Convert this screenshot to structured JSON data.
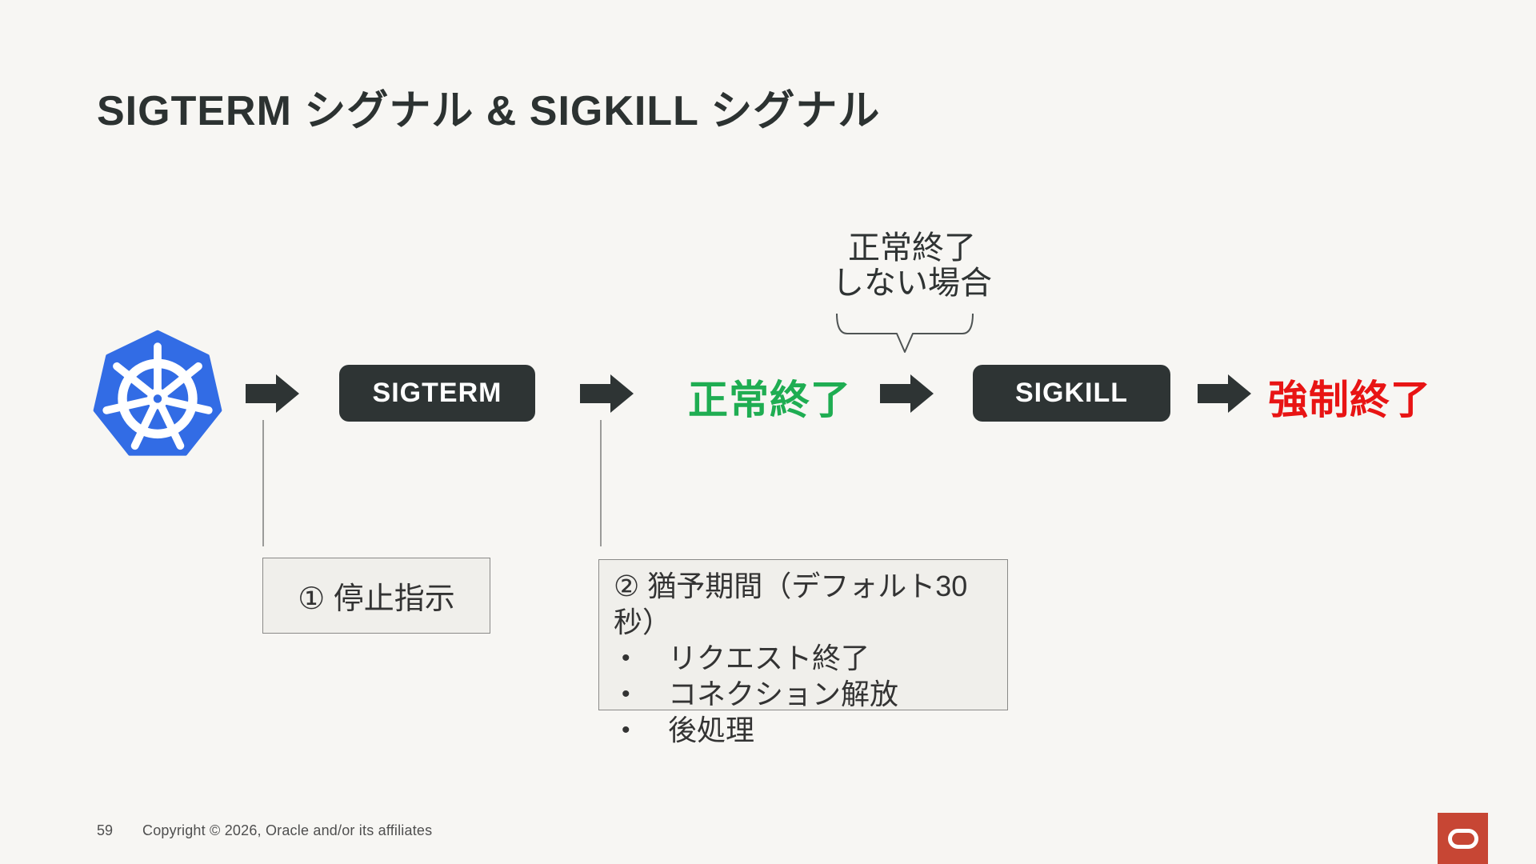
{
  "slide": {
    "title": "SIGTERM シグナル & SIGKILL シグナル"
  },
  "flow": {
    "source_icon": "kubernetes-logo",
    "sigterm_label": "SIGTERM",
    "graceful_label": "正常終了",
    "sigkill_label": "SIGKILL",
    "forced_label": "強制終了"
  },
  "callout": {
    "line1": "正常終了",
    "line2": "しない場合"
  },
  "step1_box": {
    "label": "① 停止指示"
  },
  "step2_box": {
    "title": "② 猶予期間（デフォルト30秒）",
    "bullet_glyph": "•",
    "bullets": [
      "リクエスト終了",
      "コネクション解放",
      "後処理"
    ]
  },
  "footer": {
    "page_number": "59",
    "copyright": "Copyright © 2026, Oracle and/or its affiliates"
  },
  "colors": {
    "background": "#f7f6f3",
    "dark_node": "#2e3434",
    "graceful_green": "#1fad52",
    "forced_red": "#e81414",
    "kubernetes_blue": "#326ce5",
    "oracle_red": "#c74634",
    "note_box_bg": "#f0efeb",
    "note_box_border": "#8a8a88"
  }
}
